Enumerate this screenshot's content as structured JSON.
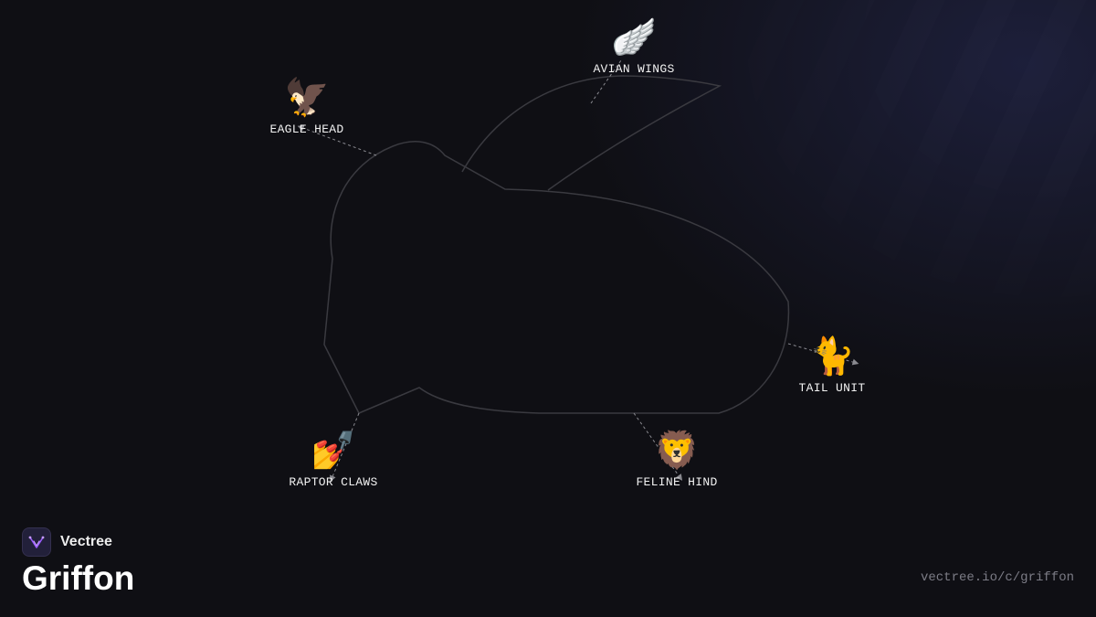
{
  "diagram": {
    "parts": [
      {
        "id": "eagle-head",
        "label": "EAGLE HEAD",
        "icon": "eagle-icon",
        "glyph": "🦅"
      },
      {
        "id": "avian-wings",
        "label": "AVIAN WINGS",
        "icon": "wing-icon",
        "glyph": "🪽"
      },
      {
        "id": "tail-unit",
        "label": "TAIL UNIT",
        "icon": "cat-icon",
        "glyph": "🐈"
      },
      {
        "id": "raptor-claws",
        "label": "RAPTOR CLAWS",
        "icon": "claws-icon",
        "glyph": "💅"
      },
      {
        "id": "feline-hind",
        "label": "FELINE HIND",
        "icon": "lion-icon",
        "glyph": "🦁"
      }
    ],
    "outline_color": "#3a3a40",
    "leader_color": "#8a8a90"
  },
  "brand": {
    "name": "Vectree",
    "logo_icon": "vectree-logo-icon",
    "accent": "#9b5cff"
  },
  "title": "Griffon",
  "url": "vectree.io/c/griffon"
}
